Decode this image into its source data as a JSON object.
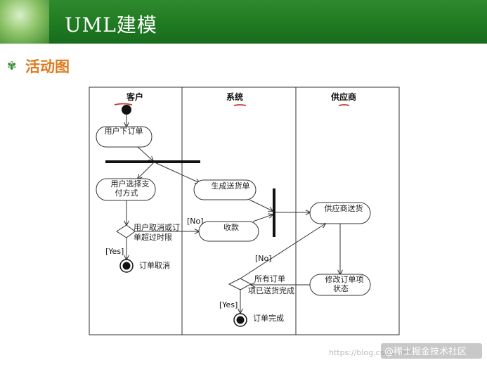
{
  "header": {
    "title": "UML建模"
  },
  "section": {
    "icon": "gear-bullet-icon",
    "title": "活动图"
  },
  "diagram": {
    "lanes": [
      "客户",
      "系统",
      "供应商"
    ],
    "nodes": {
      "place_order": "用户下订单",
      "choose_pay_1": "用户选择支",
      "choose_pay_2": "付方式",
      "gen_invoice": "生成送货单",
      "receive": "收款",
      "supplier_ship": "供应商送货",
      "modify_1": "修改订单项",
      "modify_2": "状态"
    },
    "conditions": {
      "cancel_1": "用户取消或订",
      "cancel_2": "单超过时限",
      "all_1": "所有订单",
      "all_2": "项已送货完成"
    },
    "guards": {
      "no1": "[No]",
      "yes1": "[Yes]",
      "no2": "[No]",
      "yes2": "[Yes]"
    },
    "finals": {
      "cancelled": "订单取消",
      "completed": "订单完成"
    }
  },
  "watermark": {
    "url": "https://blog.csdn.net/...",
    "brand": "@稀土掘金技术社区"
  }
}
